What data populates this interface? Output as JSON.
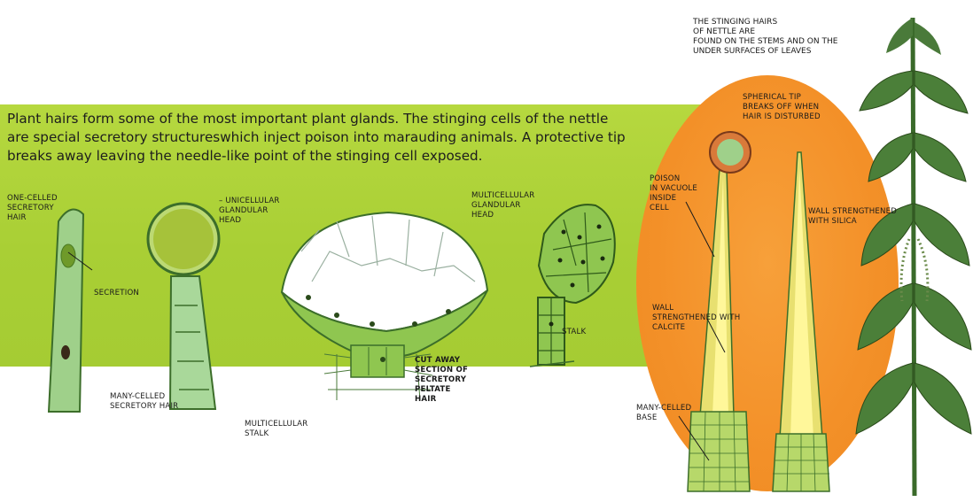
{
  "intro_text": "Plant hairs form some of the most important plant glands. The stinging cells of the nettle are special secretory structureswhich inject poison into marauding animals. A protective tip breaks away leaving the needle-like point of the stinging cell exposed.",
  "nettle_note": "THE STINGING HAIRS\n   OF NETTLE ARE\nFOUND ON THE STEMS AND ON THE\nUNDER SURFACES OF LEAVES",
  "labels": {
    "one_celled": "ONE-CELLED\nSECRETORY\nHAIR",
    "secretion": "SECRETION",
    "unicellular_head": "– UNICELLULAR\nGLANDULAR\nHEAD",
    "many_celled_hair": "MANY-CELLED\nSECRETORY HAIR",
    "multicellular_stalk": "MULTICELLULAR\nSTALK",
    "cut_away": "CUT AWAY\nSECTION OF\nSECRETORY\nPELTATE\nHAIR",
    "multicellular_head": "MULTICELLULAR\nGLANDULAR\nHEAD",
    "stalk": "STALK",
    "spherical_tip": "SPHERICAL TIP\nBREAKS OFF WHEN\nHAIR IS DISTURBED",
    "poison": "POISON\nIN VACUOLE\nINSIDE\nCELL",
    "wall_silica": "WALL STRENGTHENED\nWITH SILICA",
    "wall_calcite": "WALL\nSTRENGTHENED WITH\nCALCITE",
    "many_celled_base": "MANY-CELLED\nBASE"
  },
  "colors": {
    "band_green": "#a9cf35",
    "orange_disc": "#f39028",
    "cell_green": "#8fc650",
    "cell_outline": "#3c6e2a",
    "dark_green": "#2f6b2a",
    "yellow": "#f7f07a",
    "text": "#1a1a1a"
  }
}
